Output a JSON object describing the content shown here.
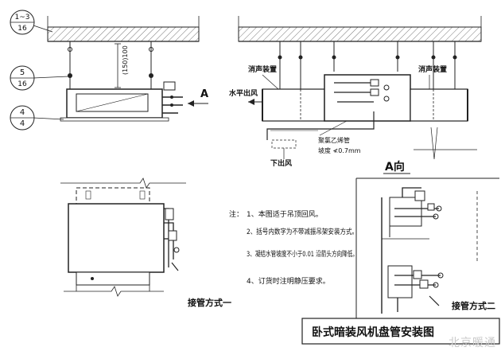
{
  "callouts": [
    {
      "top": "1~3",
      "bottom": "16"
    },
    {
      "top": "5",
      "bottom": "16"
    },
    {
      "top": "4",
      "bottom": "4"
    }
  ],
  "dimension": "(150)100",
  "direction_marker": "A",
  "view_label": "A向",
  "labels": {
    "muffler_left": "消声装置",
    "muffler_right": "消声装置",
    "horizontal_outlet": "水平出风",
    "down_outlet": "下出风",
    "pipe_note_line1": "聚氯乙烯管",
    "pipe_note_line2": "坡度 ≮0.7mm"
  },
  "notes": {
    "heading": "注：",
    "items": [
      "1、本图适于吊顶回风。",
      "2、括号内数字为不带减振吊架安装方式。",
      "3、凝结水管坡度不小于0.01  沿箭头方向降低。",
      "4、订货时注明静压要求。"
    ]
  },
  "captions": {
    "method_one": "接管方式一",
    "method_two": "接管方式二"
  },
  "title_block": "卧式暗装风机盘管安装图",
  "watermark": "北京暖通"
}
